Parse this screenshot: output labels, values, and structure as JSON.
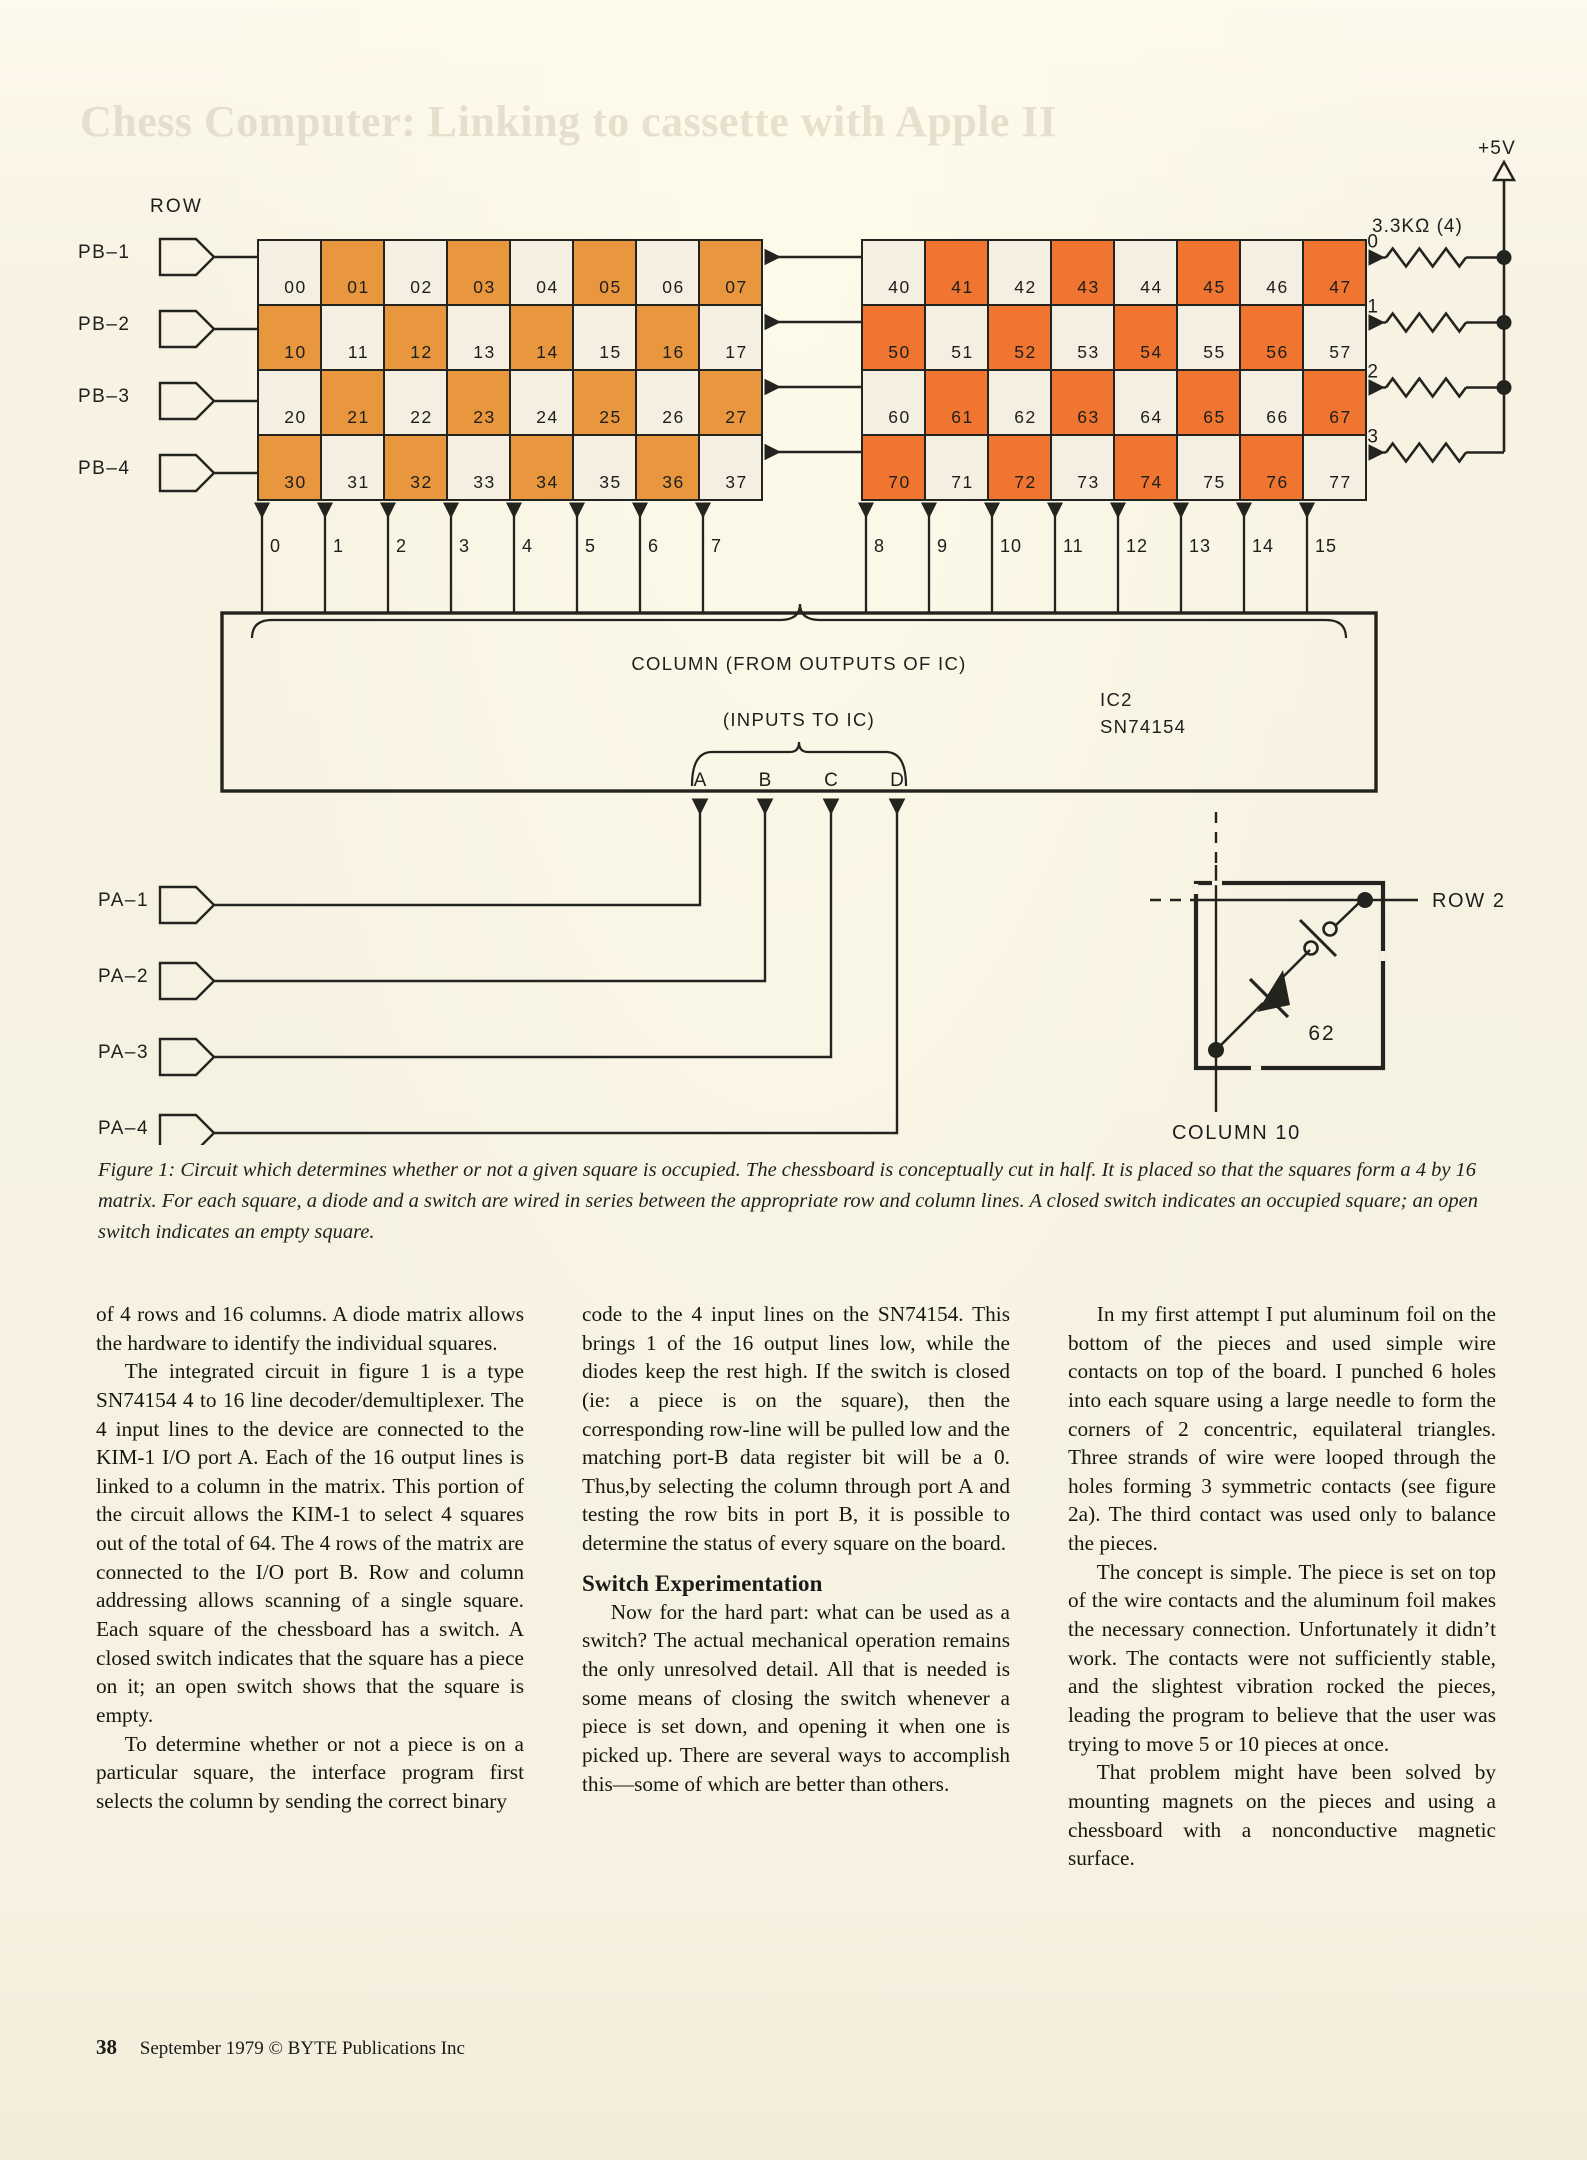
{
  "page": {
    "ghost_title": "Chess Computer: Linking to cassette with Apple II",
    "footer_page": "38",
    "footer_text": "September 1979 © BYTE Publications Inc"
  },
  "figure": {
    "row_label": "ROW",
    "supply_label": "+5V",
    "resistor_label": "3.3KΩ (4)",
    "resistor_indices": [
      "0",
      "1",
      "2",
      "3"
    ],
    "port_b_pins": [
      "PB-1",
      "PB-2",
      "PB-3",
      "PB-4"
    ],
    "port_a_pins": [
      "PA-1",
      "PA-2",
      "PA-3",
      "PA-4"
    ],
    "column_numbers": [
      "0",
      "1",
      "2",
      "3",
      "4",
      "5",
      "6",
      "7",
      "8",
      "9",
      "10",
      "11",
      "12",
      "13",
      "14",
      "15"
    ],
    "ic_outputs_label": "COLUMN (FROM OUTPUTS OF IC)",
    "ic_inputs_label": "(INPUTS TO IC)",
    "ic_input_pins": [
      "A",
      "B",
      "C",
      "D"
    ],
    "ic_ref": "IC2",
    "ic_part": "SN74154",
    "matrix_left": [
      [
        "00",
        "01",
        "02",
        "03",
        "04",
        "05",
        "06",
        "07"
      ],
      [
        "10",
        "11",
        "12",
        "13",
        "14",
        "15",
        "16",
        "17"
      ],
      [
        "20",
        "21",
        "22",
        "23",
        "24",
        "25",
        "26",
        "27"
      ],
      [
        "30",
        "31",
        "32",
        "33",
        "34",
        "35",
        "36",
        "37"
      ]
    ],
    "matrix_right": [
      [
        "40",
        "41",
        "42",
        "43",
        "44",
        "45",
        "46",
        "47"
      ],
      [
        "50",
        "51",
        "52",
        "53",
        "54",
        "55",
        "56",
        "57"
      ],
      [
        "60",
        "61",
        "62",
        "63",
        "64",
        "65",
        "66",
        "67"
      ],
      [
        "70",
        "71",
        "72",
        "73",
        "74",
        "75",
        "76",
        "77"
      ]
    ],
    "detail": {
      "row_label": "ROW 2",
      "column_label": "COLUMN 10",
      "square_label": "62"
    },
    "colors": {
      "orange_left": "#e8973f",
      "orange_right": "#ef7530",
      "paper": "#f7f2e2",
      "square_light": "#f4efe1",
      "ink": "#23231f"
    }
  },
  "caption": "Figure 1: Circuit which determines whether or not a given square is occupied. The chessboard is conceptually cut in half. It is placed so that the squares form a 4 by 16 matrix. For each square, a diode and a switch are wired in series between the appropriate row and column lines. A closed switch indicates an occupied square; an open switch indicates an empty square.",
  "body": {
    "col1": {
      "p1": "of 4 rows and 16 columns. A diode matrix allows the hardware to identify the individual squares.",
      "p2": "The integrated circuit in figure 1 is a type SN74154  4 to 16 line decoder/demultiplexer. The 4 input lines to the device are connected to the KIM-1 I/O port A. Each of the 16 output lines is linked to a column in the matrix. This portion of the circuit allows the KIM-1 to select 4 squares out of the total of 64. The 4 rows of the matrix are connected to the I/O port B. Row and column addressing allows scanning of a single square. Each square of the chessboard has a switch. A closed switch indicates that the square has a piece on it; an open switch shows that the square is empty.",
      "p3": "To determine whether or not a piece is on a particular square, the interface program first selects the column by sending the correct binary"
    },
    "col2": {
      "p1": "code to the 4 input lines on the SN74154. This brings 1 of the 16 output lines low, while the diodes keep the rest high. If the switch is closed (ie: a piece is on the square), then the corresponding row-line will be pulled low and the matching port-B data register bit will be a 0. Thus,by selecting the column through port A and testing the row bits in port B, it is possible to determine the status of every square on the board.",
      "heading": "Switch Experimentation",
      "p2": "Now for the hard part: what can be used as a switch? The actual mechanical operation remains the only unresolved detail. All that is needed is some means of closing the switch whenever a piece is set down, and opening it when one is picked up. There are several ways to accomplish this—some of which are better than others."
    },
    "col3": {
      "p1": "In my first attempt I put aluminum foil on the bottom of the pieces and used simple wire contacts on top of the board. I punched 6 holes into each square using a large needle to form the corners of 2 concentric, equilateral triangles. Three strands of wire were looped through the holes forming 3 symmetric contacts (see figure 2a). The third contact was used only to balance the pieces.",
      "p2": "The concept is simple. The piece is set on top of the wire contacts and the aluminum foil makes the necessary connection. Unfortunately it didn’t work. The contacts were not sufficiently stable, and the slightest vibration rocked the pieces, leading the program to believe that the user was trying to move 5 or 10 pieces at once.",
      "p3": "That problem might have been solved by mounting magnets on the pieces and using a chessboard with a nonconductive magnetic surface."
    }
  }
}
